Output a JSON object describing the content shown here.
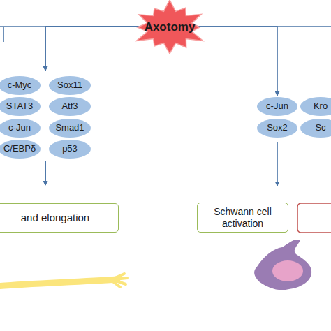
{
  "diagram": {
    "nodes": [
      {
        "text": [
          "Axotomy"
        ]
      },
      {
        "text": [
          "c-Myc"
        ]
      },
      {
        "text": [
          "Sox11"
        ]
      },
      {
        "text": [
          "STAT3"
        ]
      },
      {
        "text": [
          "Atf3"
        ]
      },
      {
        "text": [
          "c-Jun"
        ]
      },
      {
        "text": [
          "Smad1"
        ]
      },
      {
        "text": [
          "C/EBPδ"
        ]
      },
      {
        "text": [
          "p53"
        ]
      },
      {
        "text": [
          "and elongation"
        ]
      },
      {
        "text": [
          "c-Jun"
        ]
      },
      {
        "text": [
          "Kro"
        ]
      },
      {
        "text": [
          "Sox2"
        ]
      },
      {
        "text": [
          "Sc"
        ]
      },
      {
        "text": [
          "Schwann cell activation"
        ]
      }
    ],
    "edges": [
      {
        "from": 0,
        "to": 1,
        "arrow": "to"
      },
      {
        "from": 0,
        "to": 2,
        "arrow": "to"
      },
      {
        "from": 7,
        "to": 9,
        "arrow": "to"
      },
      {
        "from": 8,
        "to": 9,
        "arrow": "to"
      },
      {
        "from": 0,
        "to": 10,
        "arrow": "to"
      },
      {
        "from": 12,
        "to": 14,
        "arrow": "to"
      }
    ]
  }
}
